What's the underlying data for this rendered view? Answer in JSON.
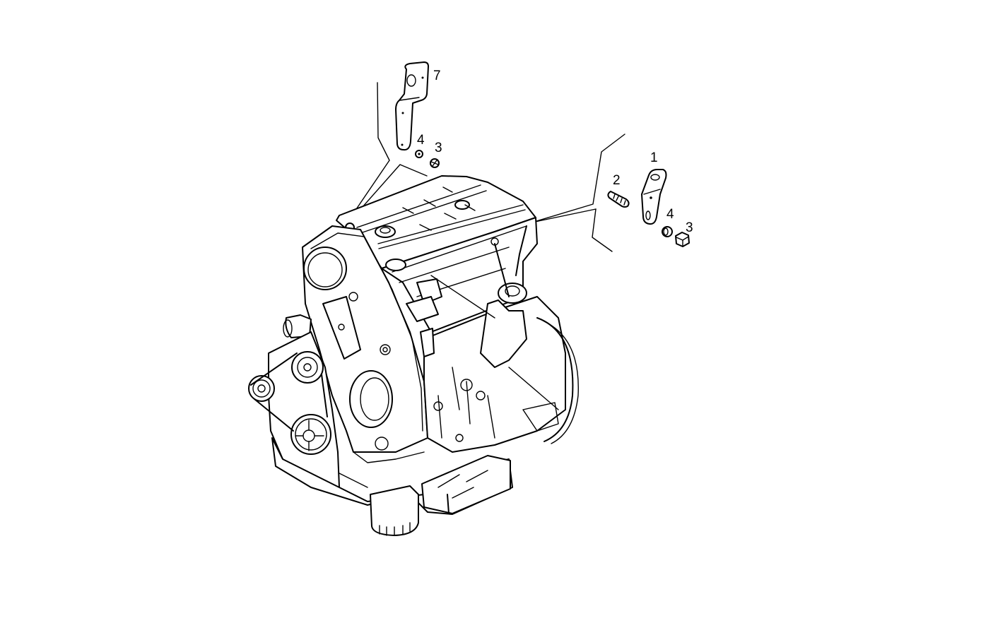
{
  "diagram": {
    "type": "exploded-parts-view",
    "subject": "engine assembly with mounting brackets",
    "background": "#ffffff",
    "line_color": "#000000"
  },
  "callouts": {
    "left_group": {
      "bracket": "7",
      "washer": "4",
      "nut": "3"
    },
    "right_group": {
      "bracket": "1",
      "stud": "2",
      "washer": "4",
      "nut": "3"
    }
  },
  "parts": [
    {
      "number": "1",
      "name": "bracket (right)"
    },
    {
      "number": "2",
      "name": "stud"
    },
    {
      "number": "3",
      "name": "nut"
    },
    {
      "number": "4",
      "name": "washer"
    },
    {
      "number": "7",
      "name": "bracket (left)"
    }
  ]
}
